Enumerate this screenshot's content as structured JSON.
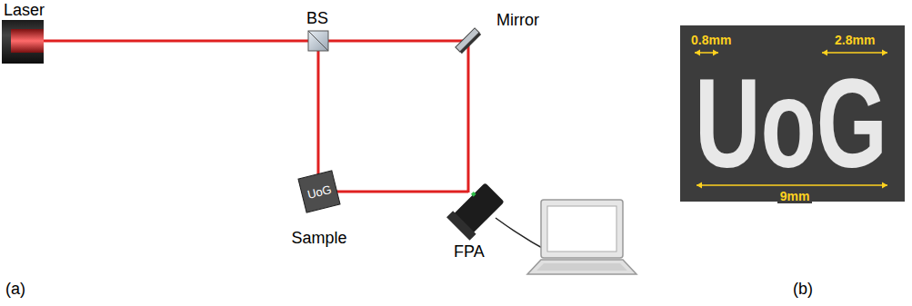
{
  "diagram": {
    "nodes": [
      {
        "text": [
          "UoG",
          "Sample"
        ]
      },
      {
        "text": [
          "UoG"
        ]
      }
    ],
    "labels": [
      "Laser",
      "BS",
      "Mirror",
      "FPA",
      "(a)",
      "(b)",
      "0.8mm",
      "2.8mm",
      "9mm"
    ]
  }
}
